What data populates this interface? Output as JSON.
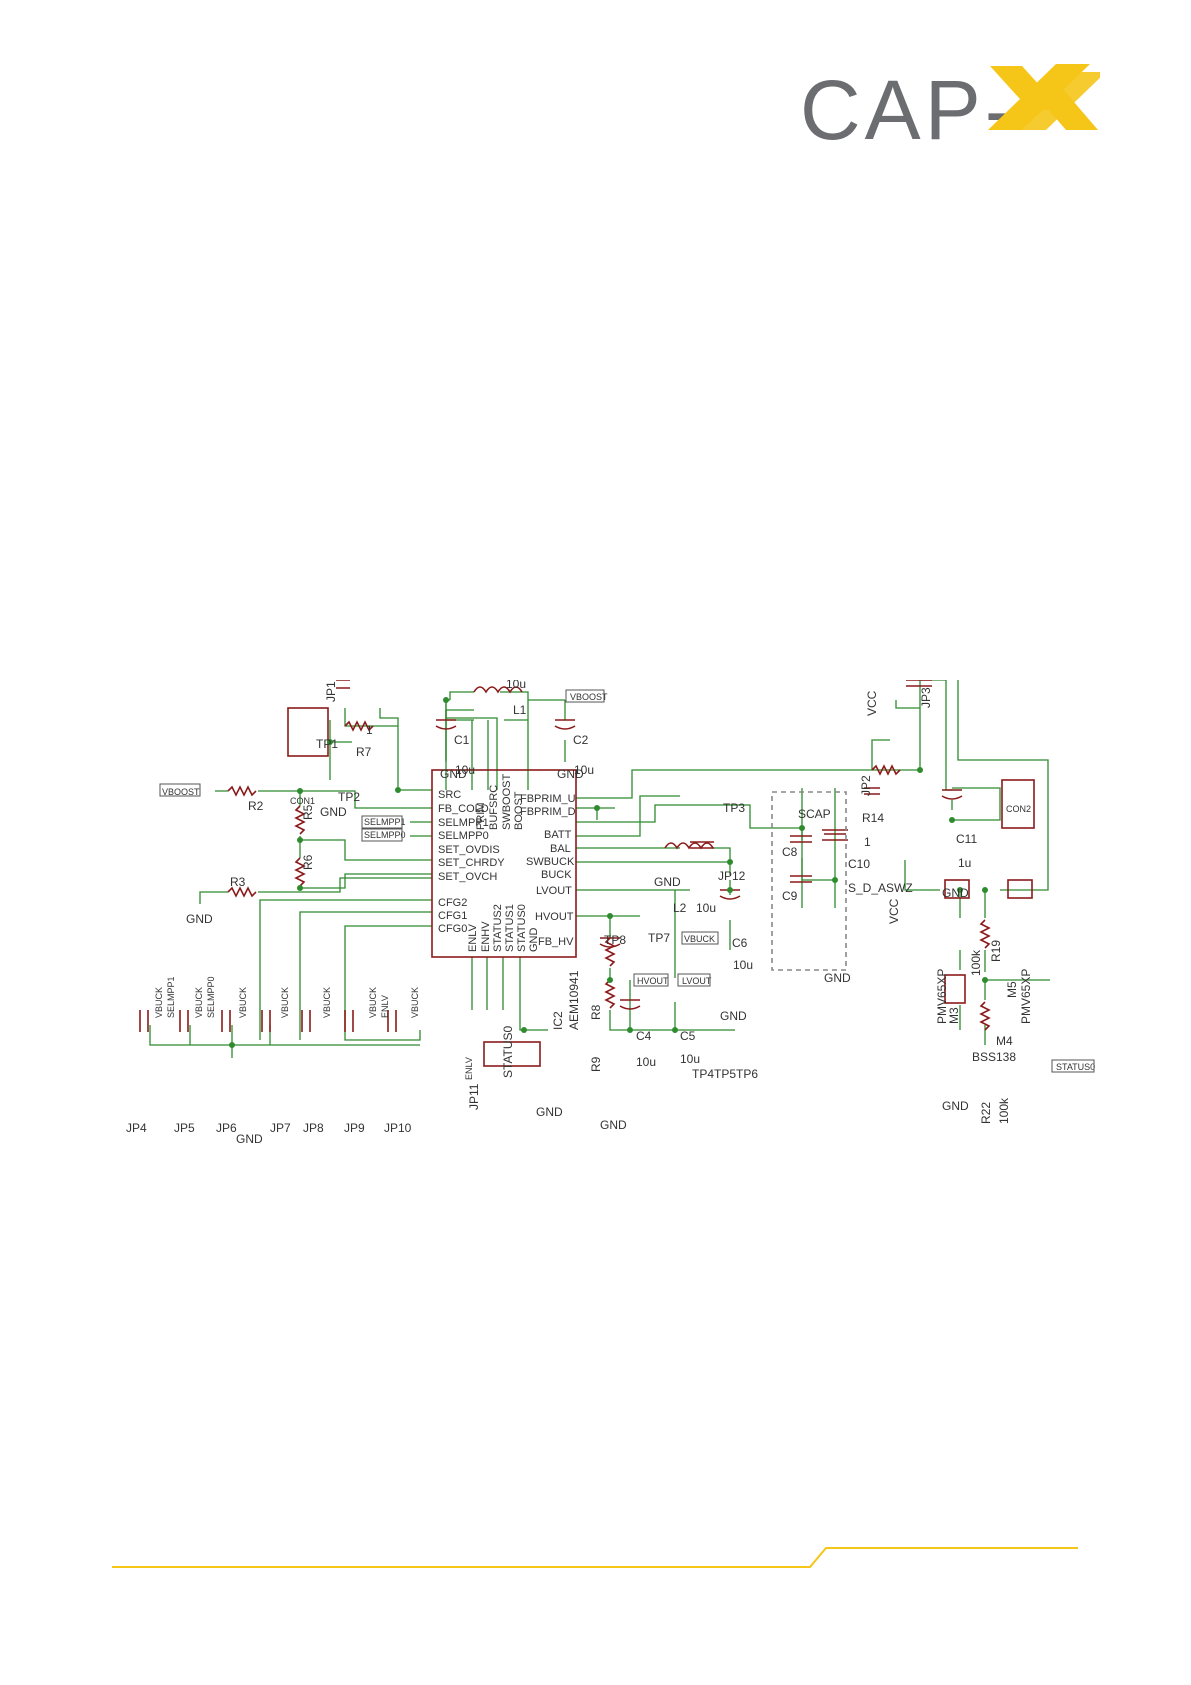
{
  "logo": {
    "text": "CAP-",
    "accent_color": "#f5c518",
    "text_color": "#6c6d70"
  },
  "ic": {
    "ref": "IC2",
    "part": "AEM10941",
    "left_pins": [
      "SRC",
      "FB_COLD",
      "SELMPP1",
      "SELMPP0",
      "SET_OVDIS",
      "SET_CHRDY",
      "SET_OVCH",
      "CFG2",
      "CFG1",
      "CFG0"
    ],
    "right_pins": [
      "FBPRIM_U",
      "FBPRIM_D",
      "BATT",
      "BAL",
      "SWBUCK",
      "BUCK",
      "LVOUT",
      "HVOUT",
      "FB_HV"
    ],
    "top_pins": [
      "PRIM",
      "BUFSRC",
      "SWBOOST",
      "BOOST"
    ],
    "bottom_pins": [
      "ENLV",
      "ENHV",
      "STATUS2",
      "STATUS1",
      "STATUS0",
      "GND"
    ]
  },
  "labels": {
    "gnd": "GND",
    "vcc": "VCC",
    "vboost": "VBOOST",
    "vbuck": "VBUCK",
    "hvout": "HVOUT",
    "lvout": "LVOUT",
    "selmpp1": "SELMPP1",
    "selmpp0": "SELMPP0",
    "enlv": "ENLV",
    "status0": "STATUS0",
    "scap": "SCAP",
    "con1": "CON1",
    "con2": "CON2",
    "s_d_aswz": "S_D_ASWZ"
  },
  "components": {
    "L1": "L1",
    "L1_val": "10u",
    "L2": "L2",
    "L2_val": "10u",
    "C1": "C1",
    "C1_val": "10u",
    "C2": "C2",
    "C2_val": "10u",
    "C4": "C4",
    "C4_val": "10u",
    "C5": "C5",
    "C5_val": "10u",
    "C6": "C6",
    "C6_val": "10u",
    "C8": "C8",
    "C9": "C9",
    "C10": "C10",
    "C11": "C11",
    "C11_val": "1u",
    "R2": "R2",
    "R3": "R3",
    "R5": "R5",
    "R6": "R6",
    "R7": "R7",
    "R7_val": "1",
    "R8": "R8",
    "R9": "R9",
    "R14": "R14",
    "R14_val": "1",
    "R19": "R19",
    "R19_val": "100k",
    "R22": "R22",
    "R22_val": "100k",
    "M3": "M3",
    "M3_part": "PMV65XP",
    "M4": "M4",
    "M4_part": "BSS138",
    "M5": "M5",
    "M5_part": "PMV65XP",
    "TP1": "TP1",
    "TP2": "TP2",
    "TP3": "TP3",
    "TP4": "TP4",
    "TP5": "TP5",
    "TP6": "TP6",
    "TP7": "TP7",
    "TP8": "TP8",
    "JP1": "JP1",
    "JP2": "JP2",
    "JP3": "JP3",
    "JP4": "JP4",
    "JP5": "JP5",
    "JP6": "JP6",
    "JP7": "JP7",
    "JP8": "JP8",
    "JP9": "JP9",
    "JP10": "JP10",
    "JP11": "JP11",
    "JP12": "JP12"
  },
  "jumper_tags": [
    [
      "VBUCK",
      "SELMPP1"
    ],
    [
      "VBUCK",
      "SELMPP0"
    ],
    [
      "VBUCK"
    ],
    [
      "VBUCK"
    ],
    [
      "VBUCK"
    ],
    [
      "VBUCK",
      "ENLV"
    ],
    [
      "VBUCK"
    ]
  ],
  "colors": {
    "wire": "#2e8b2e",
    "symbol": "#8b1a1a",
    "junction": "#2e8b2e",
    "footer": "#f5c518"
  }
}
